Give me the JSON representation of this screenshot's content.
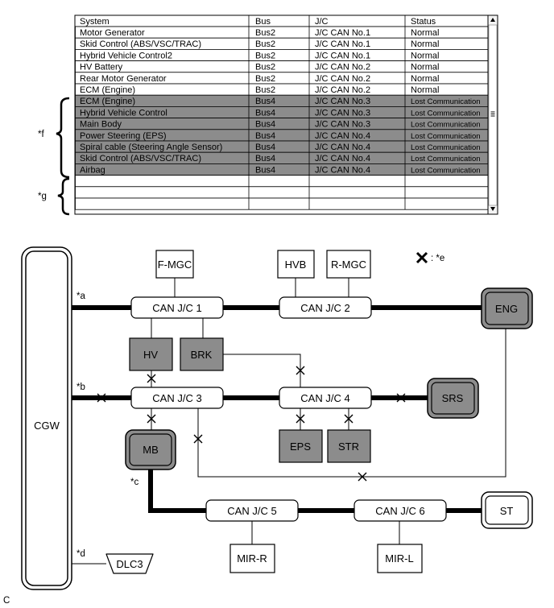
{
  "table": {
    "headers": [
      "System",
      "Bus",
      "J/C",
      "Status"
    ],
    "rows": [
      {
        "system": "Motor Generator",
        "bus": "Bus2",
        "jc": "J/C CAN No.1",
        "status": "Normal",
        "lost": false
      },
      {
        "system": "Skid Control (ABS/VSC/TRAC)",
        "bus": "Bus2",
        "jc": "J/C CAN No.1",
        "status": "Normal",
        "lost": false
      },
      {
        "system": "Hybrid Vehicle Control2",
        "bus": "Bus2",
        "jc": "J/C CAN No.1",
        "status": "Normal",
        "lost": false
      },
      {
        "system": "HV Battery",
        "bus": "Bus2",
        "jc": "J/C CAN No.2",
        "status": "Normal",
        "lost": false
      },
      {
        "system": "Rear Motor Generator",
        "bus": "Bus2",
        "jc": "J/C CAN No.2",
        "status": "Normal",
        "lost": false
      },
      {
        "system": "ECM (Engine)",
        "bus": "Bus2",
        "jc": "J/C CAN No.2",
        "status": "Normal",
        "lost": false
      },
      {
        "system": "ECM (Engine)",
        "bus": "Bus4",
        "jc": "J/C CAN No.3",
        "status": "Lost Communication",
        "lost": true
      },
      {
        "system": "Hybrid Vehicle Control",
        "bus": "Bus4",
        "jc": "J/C CAN No.3",
        "status": "Lost Communication",
        "lost": true
      },
      {
        "system": "Main Body",
        "bus": "Bus4",
        "jc": "J/C CAN No.3",
        "status": "Lost Communication",
        "lost": true
      },
      {
        "system": "Power Steering (EPS)",
        "bus": "Bus4",
        "jc": "J/C CAN No.4",
        "status": "Lost Communication",
        "lost": true
      },
      {
        "system": "Spiral cable (Steering Angle Sensor)",
        "bus": "Bus4",
        "jc": "J/C CAN No.4",
        "status": "Lost Communication",
        "lost": true
      },
      {
        "system": "Skid Control (ABS/VSC/TRAC)",
        "bus": "Bus4",
        "jc": "J/C CAN No.4",
        "status": "Lost Communication",
        "lost": true
      },
      {
        "system": "Airbag",
        "bus": "Bus4",
        "jc": "J/C CAN No.4",
        "status": "Lost Communication",
        "lost": true
      }
    ],
    "empty_rows": 3,
    "scroll_up_icon": "triangle-up-icon",
    "scroll_down_icon": "triangle-down-icon",
    "scroll_thumb_icon": "grip-lines-icon"
  },
  "table_callouts": {
    "f": "*f",
    "g": "*g"
  },
  "nodes": {
    "cgw": "CGW",
    "fmgc": "F-MGC",
    "hvb": "HVB",
    "rmgc": "R-MGC",
    "jc1": "CAN J/C 1",
    "jc2": "CAN J/C 2",
    "jc3": "CAN J/C 3",
    "jc4": "CAN J/C 4",
    "jc5": "CAN J/C 5",
    "jc6": "CAN J/C 6",
    "eng": "ENG",
    "hv": "HV",
    "brk": "BRK",
    "srs": "SRS",
    "eps": "EPS",
    "str": "STR",
    "mb": "MB",
    "st": "ST",
    "mirr": "MIR-R",
    "mirl": "MIR-L",
    "dlc3": "DLC3"
  },
  "legend": {
    "icon": "cross-mark-icon",
    "text": ": *e"
  },
  "callouts": {
    "a": "*a",
    "b": "*b",
    "c": "*c",
    "d": "*d"
  },
  "figure_code": "C",
  "colors": {
    "lost_fill": "#8c8c8c",
    "line": "#000000",
    "background": "#ffffff"
  }
}
